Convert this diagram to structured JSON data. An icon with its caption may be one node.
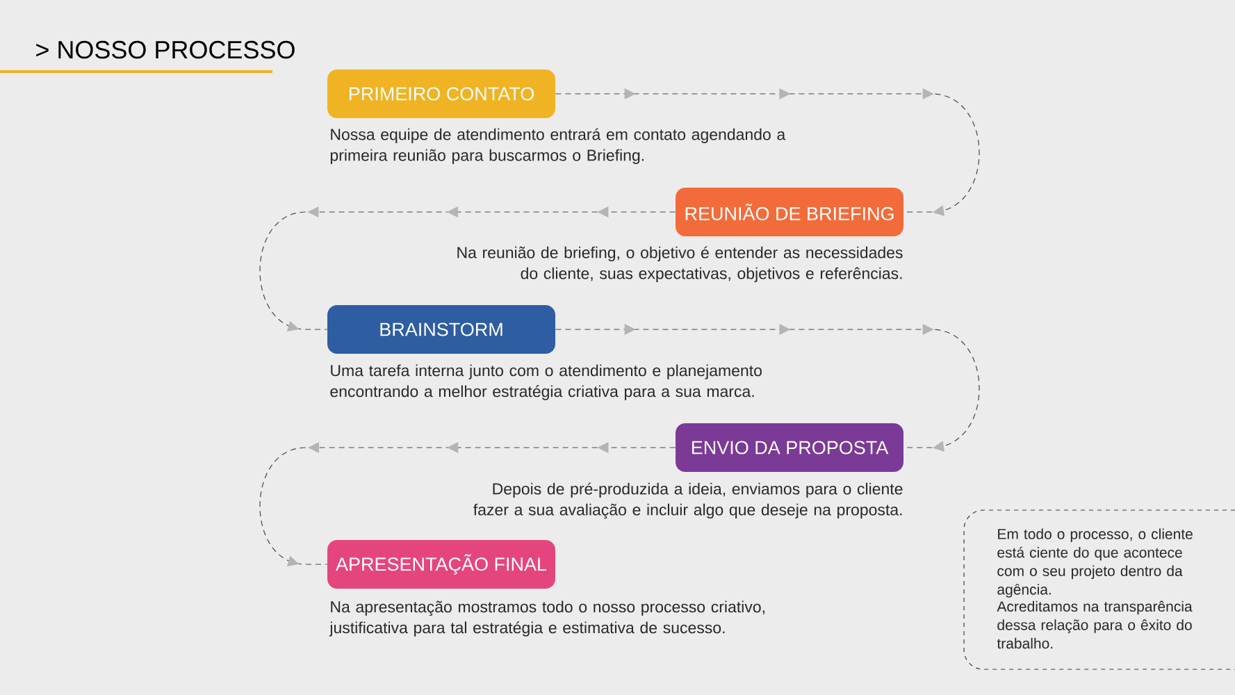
{
  "diagram": {
    "title": "> NOSSO PROCESSO",
    "nodes": [
      {
        "text": [
          "PRIMEIRO CONTATO"
        ],
        "beside": [
          "Nossa equipe de atendimento entrará em contato agendando a primeira reunião para buscarmos o Briefing."
        ]
      },
      {
        "text": [
          "REUNIÃO DE BRIEFING"
        ],
        "beside": [
          "Na reunião de briefing, o objetivo é entender as necessidades do cliente, suas expectativas, objetivos e referências."
        ]
      },
      {
        "text": [
          "BRAINSTORM"
        ],
        "beside": [
          "Uma tarefa interna junto com o atendimento e planejamento encontrando a melhor estratégia criativa para a sua marca."
        ]
      },
      {
        "text": [
          "ENVIO DA PROPOSTA"
        ],
        "beside": [
          "Depois de pré-produzida a ideia, enviamos para o cliente fazer a sua avaliação e incluir algo que deseje na proposta."
        ]
      },
      {
        "text": [
          "APRESENTAÇÃO FINAL"
        ],
        "beside": [
          "Na apresentação mostramos todo o nosso processo criativo, justificativa para tal estratégia e estimativa de sucesso."
        ]
      },
      {
        "text": [
          "Em todo o processo, o cliente está ciente do que acontece com o seu projeto dentro da agência.",
          "Acreditamos na transparência dessa relação para o êxito do trabalho."
        ]
      }
    ],
    "edges": [
      {
        "from": 0,
        "to": 1,
        "arrow": "to",
        "style": "dashed"
      },
      {
        "from": 1,
        "to": 2,
        "arrow": "to",
        "style": "dashed"
      },
      {
        "from": 2,
        "to": 3,
        "arrow": "to",
        "style": "dashed"
      },
      {
        "from": 3,
        "to": 4,
        "arrow": "to",
        "style": "dashed"
      }
    ]
  }
}
